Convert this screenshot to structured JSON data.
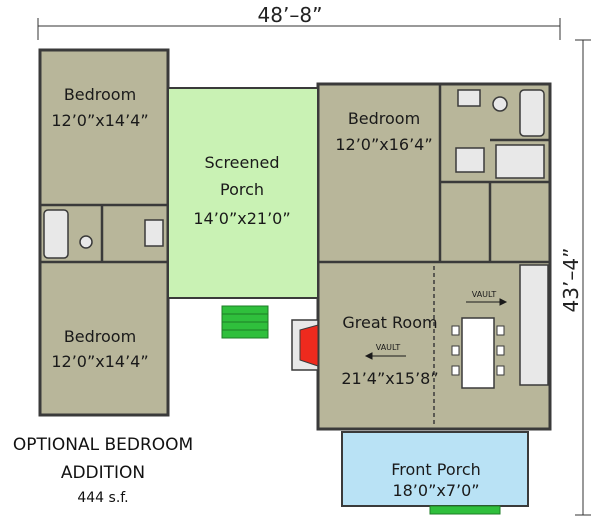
{
  "dimensions": {
    "width": "48’–8”",
    "depth": "43’–4”"
  },
  "rooms": {
    "bedroom_top_left": {
      "name": "Bedroom",
      "size": "12’0”x14’4”"
    },
    "bedroom_bottom_left": {
      "name": "Bedroom",
      "size": "12’0”x14’4”"
    },
    "screened_porch": {
      "name_line1": "Screened",
      "name_line2": "Porch",
      "size": "14’0”x21’0”"
    },
    "bedroom_right": {
      "name": "Bedroom",
      "size": "12’0”x16’4”"
    },
    "great_room": {
      "name": "Great Room",
      "size": "21’4”x15’8”"
    },
    "front_porch": {
      "name": "Front Porch",
      "size": "18’0”x7’0”"
    }
  },
  "vault_labels": {
    "upper": "VAULT",
    "lower": "VAULT"
  },
  "addition": {
    "line1": "OPTIONAL BEDROOM",
    "line2": "ADDITION",
    "area": "444  s.f."
  },
  "colors": {
    "floor": "#b8b69a",
    "wall": "#3a3a3a",
    "screened_porch": "#c9f2b4",
    "front_porch": "#b9e2f5",
    "steps": "#2fbf3c",
    "fireplace": "#ee2a1e",
    "fixture": "#e8e8e8"
  }
}
